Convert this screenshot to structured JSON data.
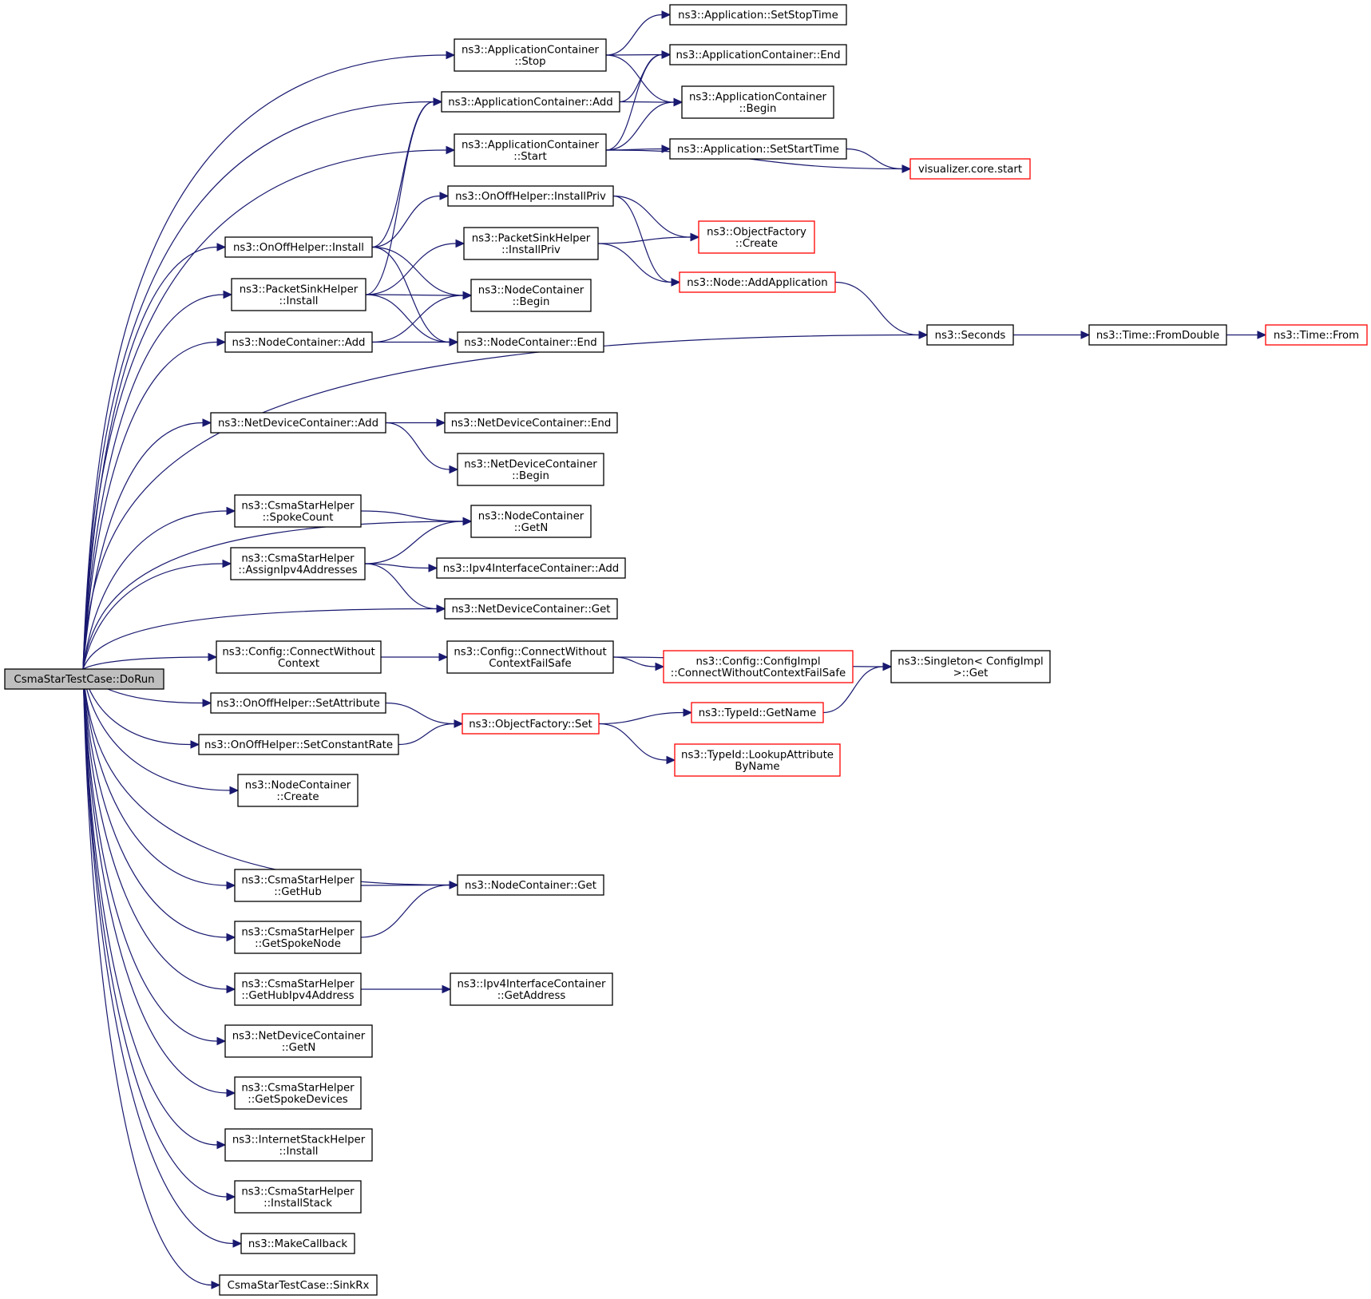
{
  "title": "",
  "colors": {
    "edge": "#191970",
    "box_normal": "#000000",
    "box_truncated": "#ff0000",
    "root_fill": "#bfbfbf"
  },
  "nodes": {
    "root": {
      "lines": [
        "CsmaStarTestCase::DoRun"
      ],
      "style": "root"
    },
    "app_stop_time": {
      "lines": [
        "ns3::Application::SetStopTime"
      ],
      "style": "normal"
    },
    "appc_stop": {
      "lines": [
        "ns3::ApplicationContainer",
        "::Stop"
      ],
      "style": "normal"
    },
    "appc_end": {
      "lines": [
        "ns3::ApplicationContainer::End"
      ],
      "style": "normal"
    },
    "appc_add": {
      "lines": [
        "ns3::ApplicationContainer::Add"
      ],
      "style": "normal"
    },
    "appc_begin": {
      "lines": [
        "ns3::ApplicationContainer",
        "::Begin"
      ],
      "style": "normal"
    },
    "appc_start": {
      "lines": [
        "ns3::ApplicationContainer",
        "::Start"
      ],
      "style": "normal"
    },
    "app_start_time": {
      "lines": [
        "ns3::Application::SetStartTime"
      ],
      "style": "normal"
    },
    "vis_start": {
      "lines": [
        "visualizer.core.start"
      ],
      "style": "red"
    },
    "onoff_installpriv": {
      "lines": [
        "ns3::OnOffHelper::InstallPriv"
      ],
      "style": "normal"
    },
    "objfac_create": {
      "lines": [
        "ns3::ObjectFactory",
        "::Create"
      ],
      "style": "red"
    },
    "onoff_install": {
      "lines": [
        "ns3::OnOffHelper::Install"
      ],
      "style": "normal"
    },
    "psink_installpriv": {
      "lines": [
        "ns3::PacketSinkHelper",
        "::InstallPriv"
      ],
      "style": "normal"
    },
    "node_addapp": {
      "lines": [
        "ns3::Node::AddApplication"
      ],
      "style": "red"
    },
    "psink_install": {
      "lines": [
        "ns3::PacketSinkHelper",
        "::Install"
      ],
      "style": "normal"
    },
    "nodec_begin": {
      "lines": [
        "ns3::NodeContainer",
        "::Begin"
      ],
      "style": "normal"
    },
    "nodec_add": {
      "lines": [
        "ns3::NodeContainer::Add"
      ],
      "style": "normal"
    },
    "nodec_end": {
      "lines": [
        "ns3::NodeContainer::End"
      ],
      "style": "normal"
    },
    "seconds": {
      "lines": [
        "ns3::Seconds"
      ],
      "style": "normal"
    },
    "time_fromdouble": {
      "lines": [
        "ns3::Time::FromDouble"
      ],
      "style": "normal"
    },
    "time_from": {
      "lines": [
        "ns3::Time::From"
      ],
      "style": "red"
    },
    "ndc_add": {
      "lines": [
        "ns3::NetDeviceContainer::Add"
      ],
      "style": "normal"
    },
    "ndc_end": {
      "lines": [
        "ns3::NetDeviceContainer::End"
      ],
      "style": "normal"
    },
    "ndc_begin": {
      "lines": [
        "ns3::NetDeviceContainer",
        "::Begin"
      ],
      "style": "normal"
    },
    "csh_spokecount": {
      "lines": [
        "ns3::CsmaStarHelper",
        "::SpokeCount"
      ],
      "style": "normal"
    },
    "nodec_getn": {
      "lines": [
        "ns3::NodeContainer",
        "::GetN"
      ],
      "style": "normal"
    },
    "csh_assign": {
      "lines": [
        "ns3::CsmaStarHelper",
        "::AssignIpv4Addresses"
      ],
      "style": "normal"
    },
    "ipv4ic_add": {
      "lines": [
        "ns3::Ipv4InterfaceContainer::Add"
      ],
      "style": "normal"
    },
    "ndc_get": {
      "lines": [
        "ns3::NetDeviceContainer::Get"
      ],
      "style": "normal"
    },
    "cfg_cwc": {
      "lines": [
        "ns3::Config::ConnectWithout",
        "Context"
      ],
      "style": "normal"
    },
    "cfg_cwcfs": {
      "lines": [
        "ns3::Config::ConnectWithout",
        "ContextFailSafe"
      ],
      "style": "normal"
    },
    "cfgimpl_cwcfs": {
      "lines": [
        "ns3::Config::ConfigImpl",
        "::ConnectWithoutContextFailSafe"
      ],
      "style": "red"
    },
    "singleton_get": {
      "lines": [
        "ns3::Singleton< ConfigImpl",
        ">::Get"
      ],
      "style": "normal"
    },
    "onoff_setattr": {
      "lines": [
        "ns3::OnOffHelper::SetAttribute"
      ],
      "style": "normal"
    },
    "objfac_set": {
      "lines": [
        "ns3::ObjectFactory::Set"
      ],
      "style": "red"
    },
    "typeid_getname": {
      "lines": [
        "ns3::TypeId::GetName"
      ],
      "style": "red"
    },
    "onoff_setrate": {
      "lines": [
        "ns3::OnOffHelper::SetConstantRate"
      ],
      "style": "normal"
    },
    "typeid_lookup": {
      "lines": [
        "ns3::TypeId::LookupAttribute",
        "ByName"
      ],
      "style": "red"
    },
    "nodec_create": {
      "lines": [
        "ns3::NodeContainer",
        "::Create"
      ],
      "style": "normal"
    },
    "csh_gethub": {
      "lines": [
        "ns3::CsmaStarHelper",
        "::GetHub"
      ],
      "style": "normal"
    },
    "nodec_get": {
      "lines": [
        "ns3::NodeContainer::Get"
      ],
      "style": "normal"
    },
    "csh_getspokenode": {
      "lines": [
        "ns3::CsmaStarHelper",
        "::GetSpokeNode"
      ],
      "style": "normal"
    },
    "csh_gethubipv4": {
      "lines": [
        "ns3::CsmaStarHelper",
        "::GetHubIpv4Address"
      ],
      "style": "normal"
    },
    "ipv4ic_getaddr": {
      "lines": [
        "ns3::Ipv4InterfaceContainer",
        "::GetAddress"
      ],
      "style": "normal"
    },
    "ndc_getn": {
      "lines": [
        "ns3::NetDeviceContainer",
        "::GetN"
      ],
      "style": "normal"
    },
    "csh_getspokedevices": {
      "lines": [
        "ns3::CsmaStarHelper",
        "::GetSpokeDevices"
      ],
      "style": "normal"
    },
    "ish_install": {
      "lines": [
        "ns3::InternetStackHelper",
        "::Install"
      ],
      "style": "normal"
    },
    "csh_installstack": {
      "lines": [
        "ns3::CsmaStarHelper",
        "::InstallStack"
      ],
      "style": "normal"
    },
    "make_callback": {
      "lines": [
        "ns3::MakeCallback"
      ],
      "style": "normal"
    },
    "sinkrx": {
      "lines": [
        "CsmaStarTestCase::SinkRx"
      ],
      "style": "normal"
    }
  },
  "edges": [
    [
      "root",
      "appc_stop"
    ],
    [
      "root",
      "appc_add"
    ],
    [
      "root",
      "appc_start"
    ],
    [
      "root",
      "onoff_install"
    ],
    [
      "root",
      "psink_install"
    ],
    [
      "root",
      "nodec_add"
    ],
    [
      "root",
      "seconds"
    ],
    [
      "root",
      "ndc_add"
    ],
    [
      "root",
      "nodec_getn"
    ],
    [
      "root",
      "csh_spokecount"
    ],
    [
      "root",
      "csh_assign"
    ],
    [
      "root",
      "ndc_get"
    ],
    [
      "root",
      "cfg_cwc"
    ],
    [
      "root",
      "onoff_setattr"
    ],
    [
      "root",
      "onoff_setrate"
    ],
    [
      "root",
      "nodec_create"
    ],
    [
      "root",
      "nodec_get"
    ],
    [
      "root",
      "csh_gethub"
    ],
    [
      "root",
      "csh_getspokenode"
    ],
    [
      "root",
      "csh_gethubipv4"
    ],
    [
      "root",
      "ndc_getn"
    ],
    [
      "root",
      "csh_getspokedevices"
    ],
    [
      "root",
      "ish_install"
    ],
    [
      "root",
      "csh_installstack"
    ],
    [
      "root",
      "make_callback"
    ],
    [
      "root",
      "sinkrx"
    ],
    [
      "appc_stop",
      "app_stop_time"
    ],
    [
      "appc_stop",
      "appc_end"
    ],
    [
      "appc_stop",
      "appc_begin"
    ],
    [
      "appc_add",
      "appc_end"
    ],
    [
      "appc_add",
      "appc_begin"
    ],
    [
      "appc_start",
      "appc_end"
    ],
    [
      "appc_start",
      "appc_begin"
    ],
    [
      "appc_start",
      "app_start_time"
    ],
    [
      "appc_start",
      "vis_start"
    ],
    [
      "app_start_time",
      "vis_start"
    ],
    [
      "onoff_install",
      "appc_add"
    ],
    [
      "onoff_install",
      "onoff_installpriv"
    ],
    [
      "onoff_install",
      "nodec_begin"
    ],
    [
      "onoff_install",
      "nodec_end"
    ],
    [
      "onoff_installpriv",
      "objfac_create"
    ],
    [
      "onoff_installpriv",
      "node_addapp"
    ],
    [
      "psink_install",
      "appc_add"
    ],
    [
      "psink_install",
      "psink_installpriv"
    ],
    [
      "psink_install",
      "nodec_begin"
    ],
    [
      "psink_install",
      "nodec_end"
    ],
    [
      "psink_installpriv",
      "objfac_create"
    ],
    [
      "psink_installpriv",
      "node_addapp"
    ],
    [
      "node_addapp",
      "seconds"
    ],
    [
      "nodec_add",
      "nodec_begin"
    ],
    [
      "nodec_add",
      "nodec_end"
    ],
    [
      "seconds",
      "time_fromdouble"
    ],
    [
      "time_fromdouble",
      "time_from"
    ],
    [
      "ndc_add",
      "ndc_end"
    ],
    [
      "ndc_add",
      "ndc_begin"
    ],
    [
      "csh_spokecount",
      "nodec_getn"
    ],
    [
      "csh_assign",
      "nodec_getn"
    ],
    [
      "csh_assign",
      "ipv4ic_add"
    ],
    [
      "csh_assign",
      "ndc_get"
    ],
    [
      "cfg_cwc",
      "cfg_cwcfs"
    ],
    [
      "cfg_cwcfs",
      "cfgimpl_cwcfs"
    ],
    [
      "cfg_cwcfs",
      "singleton_get"
    ],
    [
      "onoff_setattr",
      "objfac_set"
    ],
    [
      "onoff_setrate",
      "objfac_set"
    ],
    [
      "objfac_set",
      "typeid_getname"
    ],
    [
      "objfac_set",
      "typeid_lookup"
    ],
    [
      "typeid_getname",
      "singleton_get"
    ],
    [
      "csh_gethub",
      "nodec_get"
    ],
    [
      "csh_getspokenode",
      "nodec_get"
    ],
    [
      "csh_gethubipv4",
      "ipv4ic_getaddr"
    ]
  ]
}
